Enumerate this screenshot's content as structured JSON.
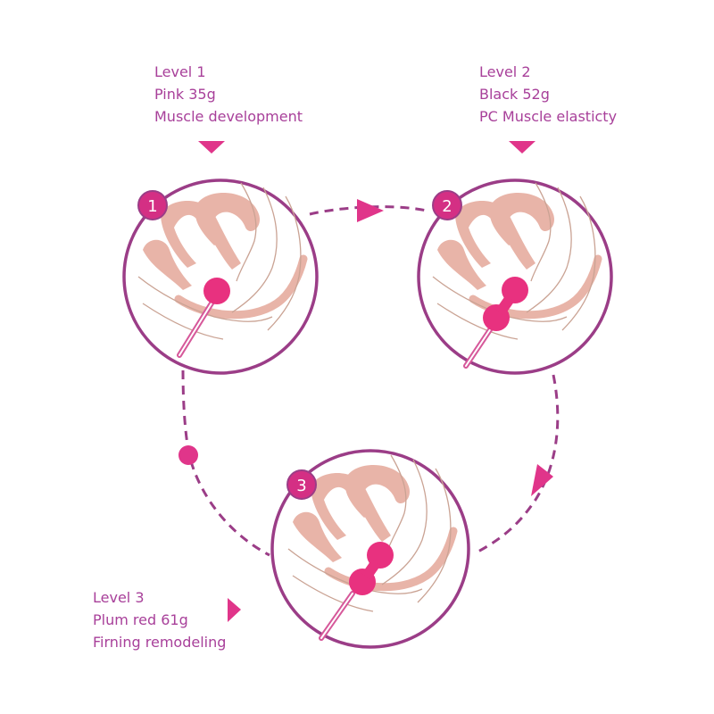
{
  "colors": {
    "circle_stroke": "#9b3d87",
    "accent_pink": "#e0358a",
    "ball_pink": "#e8317f",
    "text": "#a8409a",
    "tissue": "#e8b4a8",
    "outline": "#caa394"
  },
  "levels": [
    {
      "number": "1",
      "title": "Level 1",
      "weight": "Pink 35g",
      "benefit": "Muscle development",
      "balls": 1
    },
    {
      "number": "2",
      "title": "Level 2",
      "weight": "Black 52g",
      "benefit": "PC Muscle elasticty",
      "balls": 2
    },
    {
      "number": "3",
      "title": "Level 3",
      "weight": "Plum red 61g",
      "benefit": "Firning remodeling",
      "balls": 2
    }
  ]
}
